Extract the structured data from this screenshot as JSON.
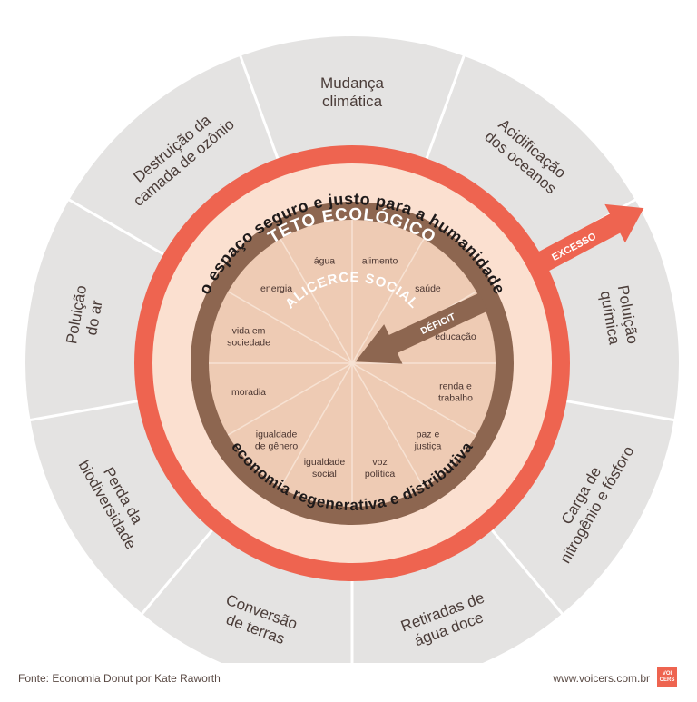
{
  "ceiling_title": "TETO ECOLÓGICO",
  "foundation_title": "ALICERCE SOCIAL",
  "safe_space_text": "o espaço seguro e justo para a humanidade",
  "economy_text": "economia regenerativa e distributiva",
  "excess_label": "EXCESSO",
  "deficit_label": "DÉFICIT",
  "ecological_ceiling": [
    {
      "lines": [
        "Mudança",
        "climática"
      ]
    },
    {
      "lines": [
        "Acidificação",
        "dos oceanos"
      ]
    },
    {
      "lines": [
        "Poluição",
        "química"
      ]
    },
    {
      "lines": [
        "Carga de",
        "nitrogênio e fósforo"
      ]
    },
    {
      "lines": [
        "Retiradas de",
        "água doce"
      ]
    },
    {
      "lines": [
        "Conversão",
        "de terras"
      ]
    },
    {
      "lines": [
        "Perda da",
        "biodiversidade"
      ]
    },
    {
      "lines": [
        "Poluição",
        "do ar"
      ]
    },
    {
      "lines": [
        "Destruição da",
        "camada de ozônio"
      ]
    }
  ],
  "social_foundation": [
    {
      "lines": [
        "alimento"
      ]
    },
    {
      "lines": [
        "saúde"
      ]
    },
    {
      "lines": [
        "educação"
      ]
    },
    {
      "lines": [
        "renda e",
        "trabalho"
      ]
    },
    {
      "lines": [
        "paz e",
        "justiça"
      ]
    },
    {
      "lines": [
        "voz",
        "política"
      ]
    },
    {
      "lines": [
        "igualdade",
        "social"
      ]
    },
    {
      "lines": [
        "igualdade",
        "de gênero"
      ]
    },
    {
      "lines": [
        "moradia"
      ]
    },
    {
      "lines": [
        "vida em",
        "sociedade"
      ]
    },
    {
      "lines": [
        "energia"
      ]
    },
    {
      "lines": [
        "água"
      ]
    }
  ],
  "source_text": "Fonte: Economia Donut por Kate Raworth",
  "site_text": "www.voicers.com.br",
  "logo_text": "VOI CERS",
  "colors": {
    "outer_ring": "#e4e3e2",
    "red_ring": "#ee6450",
    "safe_space": "#fbe0d0",
    "brown_ring": "#8d6650",
    "inner_disc": "#eecbb4"
  }
}
